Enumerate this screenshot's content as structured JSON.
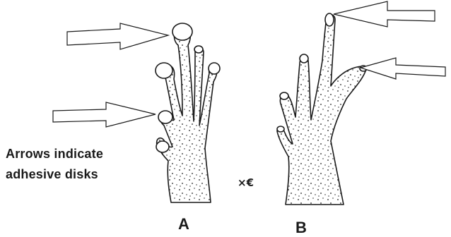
{
  "caption": {
    "line1": "Arrows indicate",
    "line2": "adhesive disks"
  },
  "panels": [
    {
      "label": "A"
    },
    {
      "label": "B"
    }
  ],
  "scale_mark": "×€",
  "colors": {
    "ink": "#1a1a1a",
    "background": "#ffffff"
  }
}
